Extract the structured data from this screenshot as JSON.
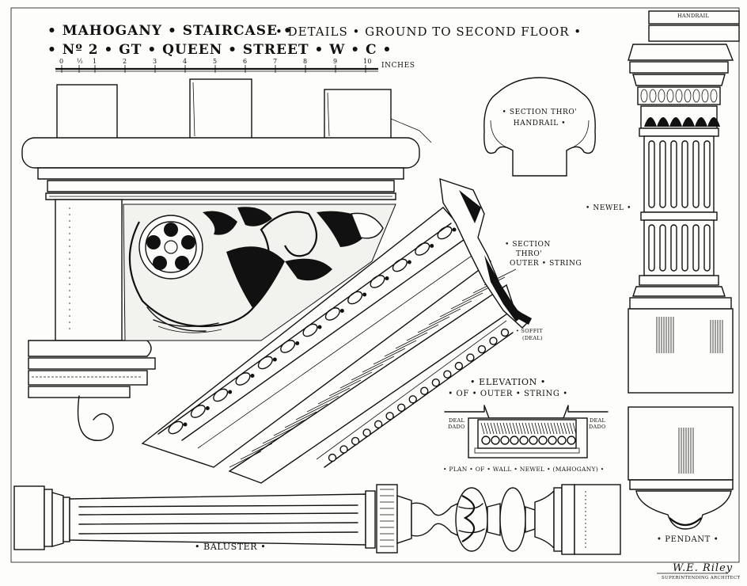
{
  "title": {
    "line1": "• MAHOGANY • STAIRCASE •",
    "line1_detail": "• DETAILS • GROUND TO SECOND FLOOR •",
    "line2": "• Nº 2 • GT • QUEEN • STREET • W • C •"
  },
  "scale": {
    "ticks": [
      "0",
      "½",
      "1",
      "2",
      "3",
      "4",
      "5",
      "6",
      "7",
      "8",
      "9",
      "10"
    ],
    "unit": "INCHES"
  },
  "labels": {
    "handrail_top": "HANDRAIL",
    "section_handrail_1": "• SECTION THRO'",
    "section_handrail_2": "HANDRAIL •",
    "newel": "• NEWEL •",
    "section_string_1": "• SECTION",
    "section_string_2": "THRO'",
    "section_string_3": "OUTER • STRING",
    "soffit_1": "• SOFFIT",
    "soffit_2": "(DEAL)",
    "elevation_1": "• ELEVATION •",
    "elevation_2": "• OF • OUTER • STRING •",
    "deal_dado_left_1": "DEAL",
    "deal_dado_left_2": "DADO",
    "deal_dado_right_1": "DEAL",
    "deal_dado_right_2": "DADO",
    "plan_wall_newel": "• PLAN • OF • WALL • NEWEL • (MAHOGANY) •",
    "baluster": "• BALUSTER •",
    "pendant": "• PENDANT •",
    "signature": "W.E. Riley",
    "signature_role": "SUPERINTENDING ARCHITECT"
  }
}
